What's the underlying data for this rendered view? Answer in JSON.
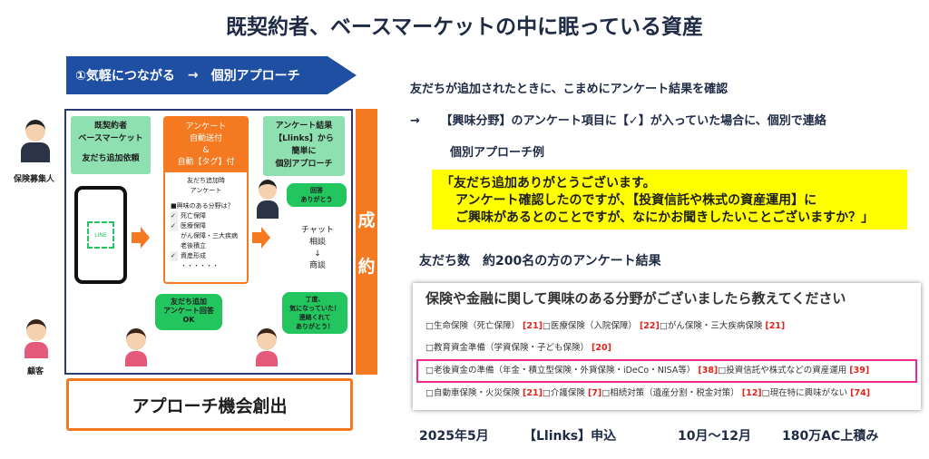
{
  "title": "既契約者、ベースマーケットの中に眠っている資産",
  "banner": {
    "step": "①気軽につながる",
    "arrow": "→",
    "target": "個別アプローチ"
  },
  "diagram": {
    "agent_label": "保険募集人",
    "customer_label": "顧客",
    "box1": [
      "既契約者",
      "ベースマーケット",
      "",
      "友だち追加依頼"
    ],
    "box2_head": [
      "アンケート",
      "自動送付",
      "&",
      "自動【タグ】付"
    ],
    "survey_title": [
      "友だち追加時",
      "アンケート"
    ],
    "survey_q": "■興味のある分野は？",
    "survey_items": [
      {
        "check": "✓",
        "label": "死亡保障"
      },
      {
        "check": "✓",
        "label": "医療保障"
      },
      {
        "check": "",
        "label": "がん保障・三大疾病"
      },
      {
        "check": "",
        "label": "老後積立"
      },
      {
        "check": "✓",
        "label": "資産形成"
      },
      {
        "check": "",
        "label": "・・・・・・"
      }
    ],
    "box3": [
      "アンケート結果",
      "【Llinks】から",
      "簡単に",
      "個別アプローチ"
    ],
    "agent_bubble": [
      "回答",
      "ありがとう"
    ],
    "chat": [
      "チャット",
      "相談",
      "↓",
      "商談"
    ],
    "cust_bubble1": [
      "友だち追加",
      "アンケート回答",
      "OK"
    ],
    "cust_bubble2": [
      "丁度、",
      "気になっていた！",
      "連絡くれて",
      "ありがとう！"
    ],
    "qr_label": "LINE"
  },
  "seal": [
    "成",
    "約"
  ],
  "bottom_box": "アプローチ機会創出",
  "right": {
    "line1": "友だちが追加されたときに、こまめにアンケート結果を確認",
    "line2_arrow": "→",
    "line2": "【興味分野】のアンケート項目に【✓】が入っていた場合に、個別で連絡",
    "example_title": "個別アプローチ例",
    "example": [
      "「友だち追加ありがとうございます。",
      "アンケート確認したのですが、【投資信託や株式の資産運用】に",
      "ご興味があるとのことですが、なにかお聞きしたいことございますか？」"
    ],
    "friends": "友だち数　約200名の方のアンケート結果"
  },
  "survey": {
    "question": "保険や金融に関して興味のある分野がございましたら教えてください",
    "rows": [
      [
        {
          "label": "□生命保険（死亡保障）",
          "count": "[21]"
        },
        {
          "label": "□医療保険（入院保障）",
          "count": "[22]"
        },
        {
          "label": "□がん保険・三大疾病保険",
          "count": "[21]"
        }
      ],
      [
        {
          "label": "□教育資金準備（学資保険・子ども保険）",
          "count": "[20]"
        }
      ],
      [
        {
          "label": "□老後資金の準備（年金・積立型保険・外貨保険・iDeCo・NISA等）",
          "count": "[38]"
        },
        {
          "label": "□投資信託や株式などの資産運用",
          "count": "[39]"
        }
      ],
      [
        {
          "label": "□自動車保険・火災保険",
          "count": "[21]"
        },
        {
          "label": "□介護保険",
          "count": "[7]"
        },
        {
          "label": "□相続対策（遺産分割・税金対策）",
          "count": "[12]"
        },
        {
          "label": "□現在特に興味がない",
          "count": "[74]"
        }
      ]
    ]
  },
  "footer": {
    "date": "2025年5月",
    "apply": "【Llinks】申込",
    "period": "10月〜12月",
    "result": "180万AC上積み"
  },
  "colors": {
    "orange": "#f47920",
    "navy": "#1f4fa3",
    "green": "#22c55e",
    "highlight": "#f0288c"
  }
}
